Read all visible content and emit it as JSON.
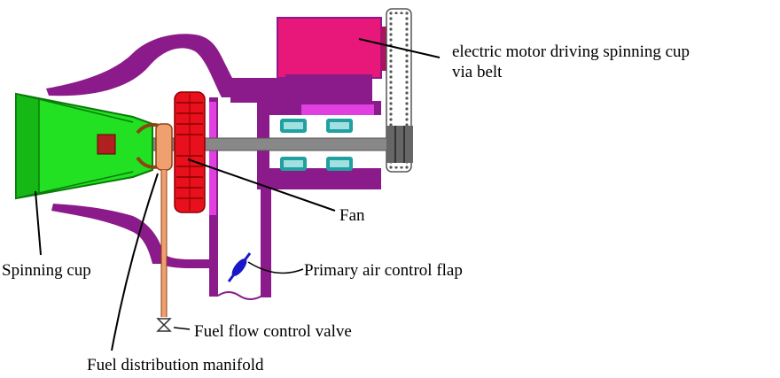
{
  "labels": {
    "motor_line1": "electric motor driving spinning cup",
    "motor_line2": "via belt",
    "fan": "Fan",
    "spinning_cup": "Spinning cup",
    "primary_air_flap": "Primary air control flap",
    "fuel_valve": "Fuel flow control valve",
    "fuel_manifold": "Fuel distribution manifold"
  },
  "colors": {
    "housing": "#8B1A8B",
    "housing_light": "#E040E0",
    "motor": "#E8187A",
    "motor_dark": "#B0105C",
    "fan": "#E8101C",
    "spinning_cup": "#22E022",
    "shaft": "#888888",
    "bearing": "#20A0A0",
    "manifold": "#F0A070",
    "flap": "#1818C8",
    "belt": "#555555"
  },
  "icons": [
    "valve-icon"
  ]
}
